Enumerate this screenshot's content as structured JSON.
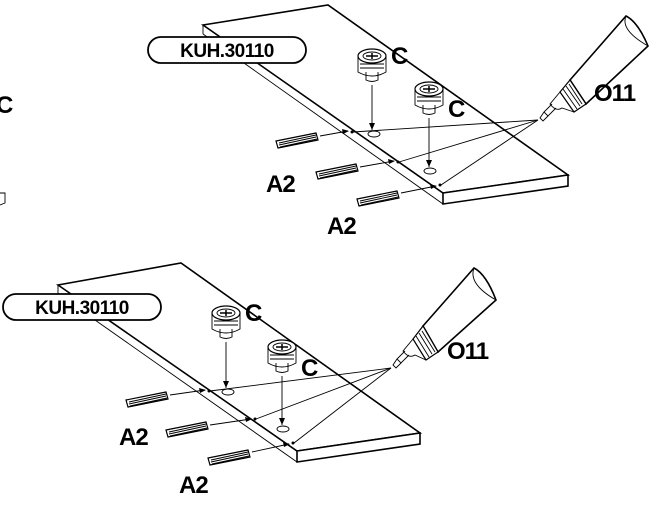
{
  "instructions": {
    "top": {
      "part_code": "KUH.30110",
      "cam_label_1": "C",
      "cam_label_2": "C",
      "glue_label": "O11",
      "dowel_label_1": "A2",
      "dowel_label_2": "A2"
    },
    "bottom": {
      "part_code": "KUH.30110",
      "cam_label_1": "C",
      "cam_label_2": "C",
      "glue_label": "O11",
      "dowel_label_1": "A2",
      "dowel_label_2": "A2"
    },
    "edge_fragment": {
      "label": "C"
    }
  },
  "colors": {
    "line": "#000000",
    "background": "#ffffff"
  }
}
